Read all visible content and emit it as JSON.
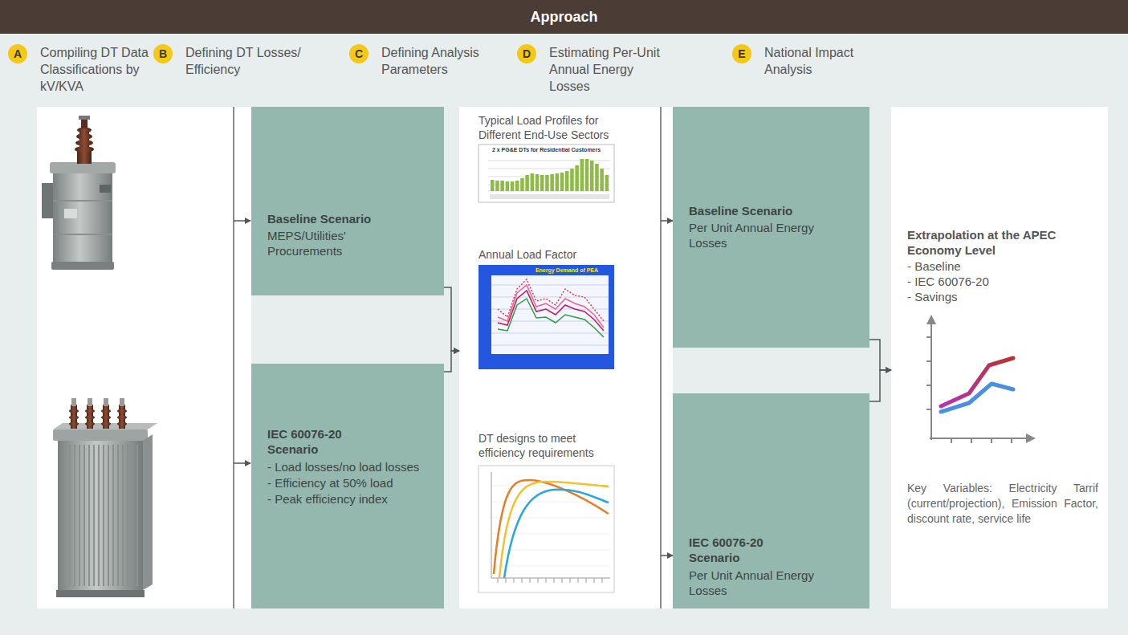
{
  "diagram": {
    "title": "Approach",
    "nodes": [
      {
        "text": [
          "A",
          "Compiling DT Data Classifications by kV/KVA"
        ]
      },
      {
        "text": [
          "B",
          "Defining DT Losses/ Efficiency"
        ]
      },
      {
        "text": [
          "C",
          "Defining Analysis Parameters"
        ]
      },
      {
        "text": [
          "D",
          "Estimating Per-Unit Annual Energy Losses"
        ]
      },
      {
        "text": [
          "E",
          "National Impact Analysis"
        ]
      },
      {
        "text": [
          "Baseline Scenario",
          "MEPS/Utilities' Procurements"
        ]
      },
      {
        "text": [
          "IEC 60076-20 Scenario",
          "- Load losses/no load losses",
          "- Efficiency at 50% load",
          "- Peak efficiency index"
        ]
      },
      {
        "text": [
          "Typical Load Profiles for Different End-Use Sectors",
          "Annual Load Factor",
          "DT designs to meet efficiency requirements"
        ]
      },
      {
        "text": [
          "Baseline Scenario",
          "Per Unit Annual Energy Losses"
        ]
      },
      {
        "text": [
          "IEC 60076-20 Scenario",
          "Per Unit Annual Energy Losses"
        ]
      },
      {
        "text": [
          "Extrapolation at the APEC Economy Level",
          "- Baseline",
          "- IEC 60076-20",
          "- Savings",
          "Key Variables: Electricity Tarrif (current/projection), Emission Factor, discount rate, service life"
        ]
      }
    ],
    "edges": [
      {
        "from": 5,
        "to": 7,
        "arrow": "to"
      },
      {
        "from": 6,
        "to": 7,
        "arrow": "to"
      },
      {
        "from": 7,
        "to": 8,
        "arrow": "to"
      },
      {
        "from": 7,
        "to": 9,
        "arrow": "to"
      },
      {
        "from": 8,
        "to": 10,
        "arrow": "to"
      },
      {
        "from": 9,
        "to": 10,
        "arrow": "to"
      }
    ],
    "labels": [
      "2 x PG&E DTs for Residential Customers",
      "Energy Demand of PEA"
    ]
  }
}
